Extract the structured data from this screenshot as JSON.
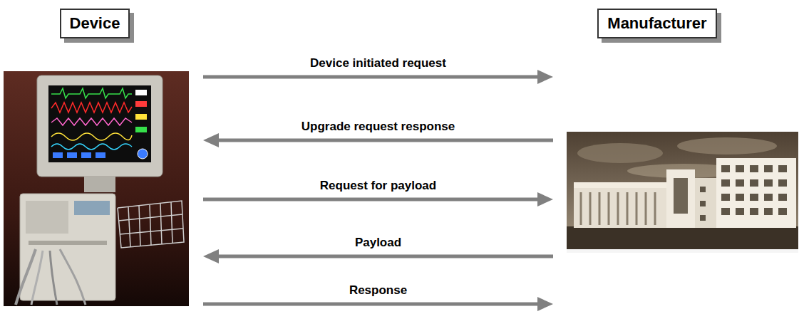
{
  "diagram": {
    "nodes": [
      {
        "text": [
          "Device"
        ]
      },
      {
        "text": [
          "Manufacturer"
        ]
      }
    ],
    "edges": [
      {
        "from": 0,
        "to": 1,
        "arrow": "to",
        "label": "Device initiated request"
      },
      {
        "from": 1,
        "to": 0,
        "arrow": "to",
        "label": "Upgrade request response"
      },
      {
        "from": 0,
        "to": 1,
        "arrow": "to",
        "label": "Request for payload"
      },
      {
        "from": 1,
        "to": 0,
        "arrow": "to",
        "label": "Payload"
      },
      {
        "from": 0,
        "to": 1,
        "arrow": "to",
        "label": "Response"
      }
    ]
  }
}
